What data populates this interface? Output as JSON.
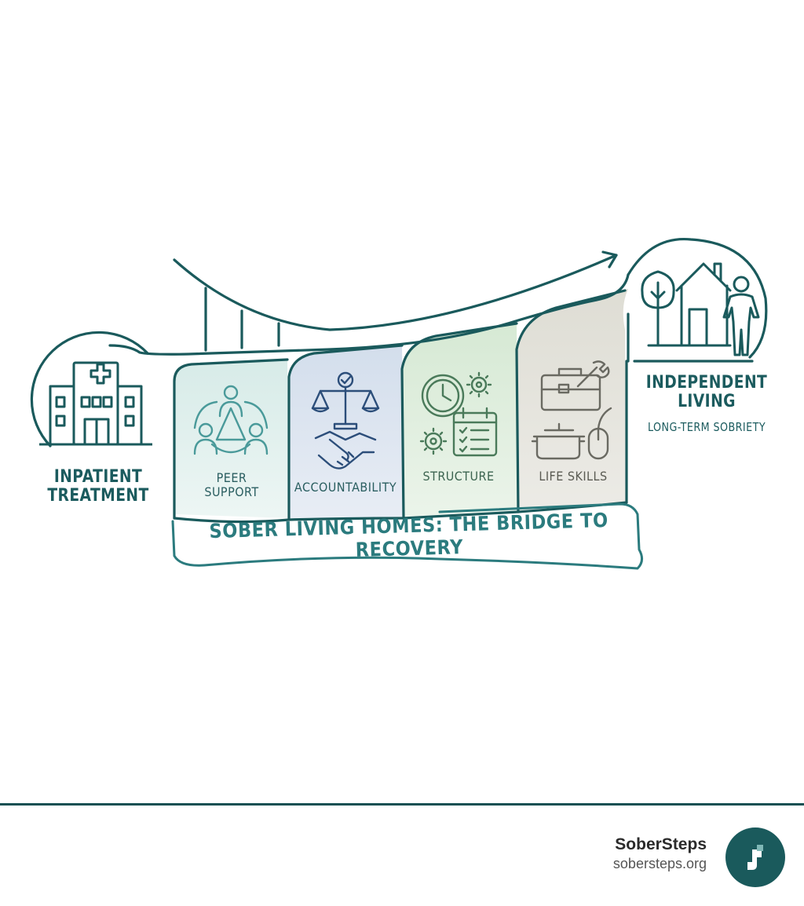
{
  "diagram": {
    "start_label": "INPATIENT TREATMENT",
    "end_label": "INDEPENDENT LIVING",
    "end_sublabel": "LONG-TERM SOBRIETY",
    "pillars": [
      {
        "label": "PEER SUPPORT",
        "icon": "peer-group-icon",
        "color": "#e3f0ee"
      },
      {
        "label": "ACCOUNTABILITY",
        "icon": "scales-handshake-icon",
        "color": "#dfe6f0"
      },
      {
        "label": "STRUCTURE",
        "icon": "clock-calendar-icon",
        "color": "#e2eee0"
      },
      {
        "label": "LIFE SKILLS",
        "icon": "toolbox-pot-mouse-icon",
        "color": "#e6e4dd"
      }
    ],
    "banner": "SOBER LIVING HOMES: THE BRIDGE TO RECOVERY",
    "colors": {
      "primary": "#1a5a5c",
      "accent": "#2b7b7e"
    }
  },
  "footer": {
    "brand": "SoberSteps",
    "url": "sobersteps.org"
  }
}
